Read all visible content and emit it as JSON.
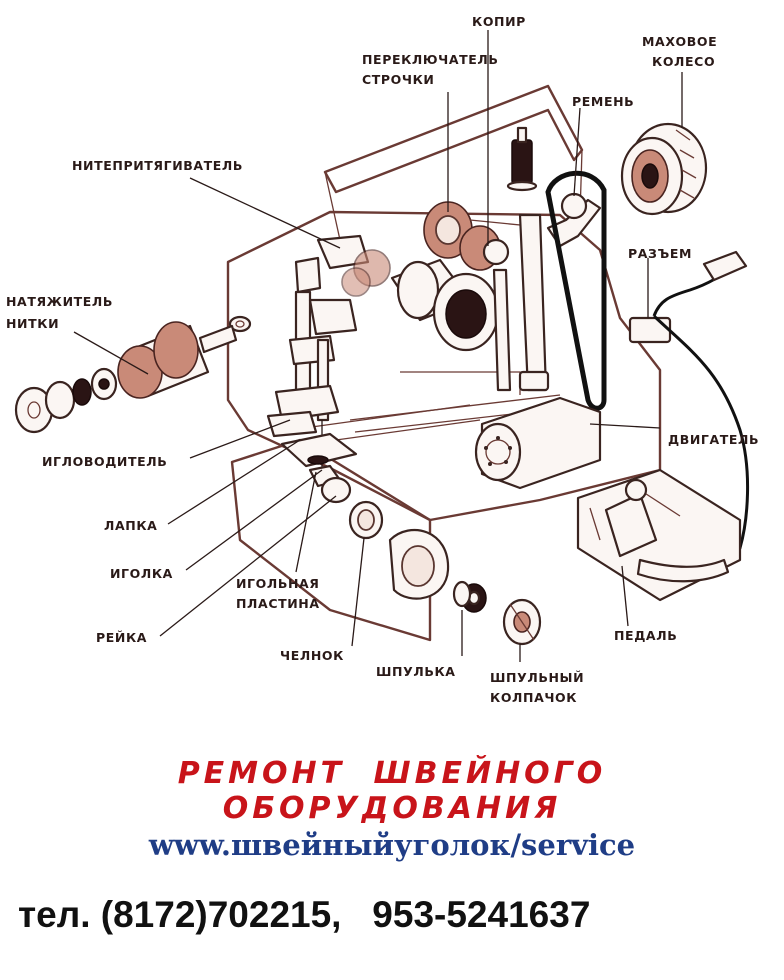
{
  "labels": {
    "kopir": "КОПИР",
    "pereklyuchatel_1": "ПЕРЕКЛЮЧАТЕЛЬ",
    "pereklyuchatel_2": "СТРОЧКИ",
    "mahovoe_1": "МАХОВОЕ",
    "mahovoe_2": "КОЛЕСО",
    "remen": "РЕМЕНЬ",
    "niteprityagivatel": "НИТЕПРИТЯГИВАТЕЛЬ",
    "razem": "РАЗЪЕМ",
    "natyazhitel_1": "НАТЯЖИТЕЛЬ",
    "natyazhitel_2": "НИТКИ",
    "dvigatel": "ДВИГАТЕЛЬ",
    "iglovoditel": "ИГЛОВОДИТЕЛЬ",
    "lapka": "ЛАПКА",
    "igolka": "ИГОЛКА",
    "igolnaya_1": "ИГОЛЬНАЯ",
    "igolnaya_2": "ПЛАСТИНА",
    "reyka": "РЕЙКА",
    "chelnok": "ЧЕЛНОК",
    "shpulka": "ШПУЛЬКА",
    "shpulny_1": "ШПУЛЬНЫЙ",
    "shpulny_2": "КОЛПАЧОК",
    "pedal": "ПЕДАЛЬ"
  },
  "footer": {
    "title": "РЕМОНТ ШВЕЙНОГО ОБОРУДОВАНИЯ",
    "url": "www.швейныйуголок/service",
    "phone": "тел. (8172)702215,   953-5241637"
  },
  "colors": {
    "title": "#c8141a",
    "url": "#1f3d86",
    "phone": "#111111",
    "drawing": "#3a2420"
  }
}
